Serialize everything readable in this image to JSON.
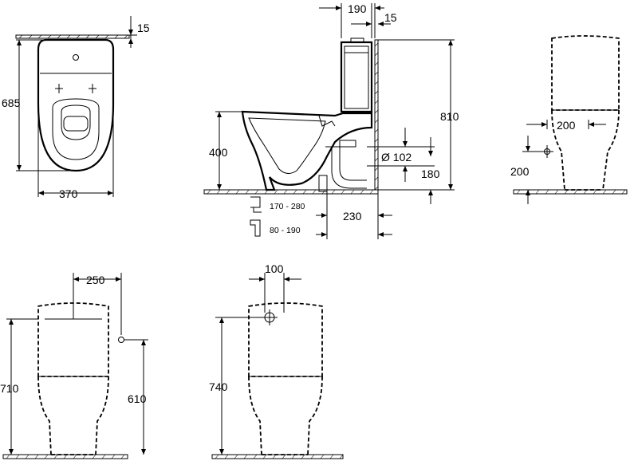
{
  "labels": {
    "top_15": "15",
    "top_685": "685",
    "top_370": "370",
    "side_190": "190",
    "side_15": "15",
    "side_810": "810",
    "side_400": "400",
    "side_d102": "Ø 102",
    "side_180": "180",
    "side_230": "230",
    "side_range1": "170 - 280",
    "side_range2": "80 - 190",
    "back_200w": "200",
    "back_200h": "200",
    "front_250": "250",
    "front_710": "710",
    "front_610": "610",
    "back2_100": "100",
    "back2_740": "740"
  }
}
